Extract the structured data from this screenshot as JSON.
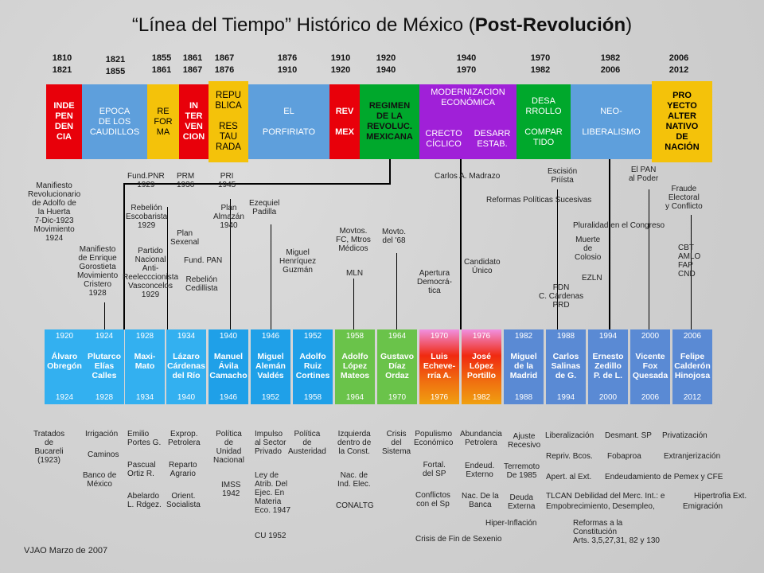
{
  "title": {
    "open_quote": "“",
    "main": "Línea del Tiempo",
    "close_quote": "”",
    "rest": " Histórico de México (",
    "bold": "Post-Revolución",
    "end": ")"
  },
  "years": [
    {
      "y1": "1810",
      "y2": "1821"
    },
    {
      "y1": "1821",
      "y2": "1855"
    },
    {
      "y1": "1855",
      "y2": "1861"
    },
    {
      "y1": "1861",
      "y2": "1867"
    },
    {
      "y1": "1867",
      "y2": "1876"
    },
    {
      "y1": "1876",
      "y2": "1910"
    },
    {
      "y1": "1910",
      "y2": "1920"
    },
    {
      "y1": "1920",
      "y2": "1940"
    },
    {
      "y1": "1940",
      "y2": "1970"
    },
    {
      "y1": "1970",
      "y2": "1982"
    },
    {
      "y1": "1982",
      "y2": "2006"
    },
    {
      "y1": "2006",
      "y2": "2012"
    }
  ],
  "eras": [
    {
      "label": "INDE\nPEN\nDEN\nCIA",
      "color": "#e8000a"
    },
    {
      "label": "EPOCA\nDE LOS\nCAUDILLOS",
      "color": "#5e9fdc"
    },
    {
      "label": "RE\nFOR\nMA",
      "color": "#f4c20a"
    },
    {
      "label": "IN\nTER\nVEN\nCION",
      "color": "#e8000a"
    },
    {
      "label": "REPU\nBLICA\n\nRES\nTAU\nRADA",
      "color": "#f4c20a"
    },
    {
      "label": "EL\n\nPORFIRIATO",
      "color": "#5e9fdc"
    },
    {
      "label": "REV\n\nMEX",
      "color": "#e8000a"
    },
    {
      "label": "REGIMEN\nDE LA\nREVOLUC.\nMEXICANA",
      "color": "#00a82c"
    },
    {
      "label": "MODERNIZACION\nECONÓMICA",
      "color": "#a020d8"
    },
    {
      "label": "CRECTO\nCÍCLICO",
      "color": "#a020d8"
    },
    {
      "label": "DESARR\nESTAB.",
      "color": "#a020d8"
    },
    {
      "label": "DESA\nRROLLO\n\nCOMPAR\nTIDO",
      "color": "#00a82c"
    },
    {
      "label": "NEO-\n\nLIBERALISMO",
      "color": "#5e9fdc"
    },
    {
      "label": "PRO\nYECTO\nALTER\nNATIVO\nDE\nNACIÓN",
      "color": "#f4c20a"
    }
  ],
  "presidents": [
    {
      "start": "1920",
      "name": "Álvaro\nObregón",
      "end": "1924",
      "color": "#33b0f0"
    },
    {
      "start": "1924",
      "name": "Plutarco\nElías\nCalles",
      "end": "1928",
      "color": "#33b0f0"
    },
    {
      "start": "1928",
      "name": "Maxi-\nMato",
      "end": "1934",
      "color": "#33b0f0"
    },
    {
      "start": "1934",
      "name": "Lázaro\nCárdenas\ndel Río",
      "end": "1940",
      "color": "#33b0f0"
    },
    {
      "start": "1940",
      "name": "Manuel\nÁvila\nCamacho",
      "end": "1946",
      "color": "#1fa0e8"
    },
    {
      "start": "1946",
      "name": "Miguel\nAlemán\nValdés",
      "end": "1952",
      "color": "#1fa0e8"
    },
    {
      "start": "1952",
      "name": "Adolfo\nRuiz\nCortines",
      "end": "1958",
      "color": "#1fa0e8"
    },
    {
      "start": "1958",
      "name": "Adolfo\nLópez\nMateos",
      "end": "1964",
      "color": "#6ac34a"
    },
    {
      "start": "1964",
      "name": "Gustavo\nDíaz\nOrdaz",
      "end": "1970",
      "color": "#6ac34a"
    },
    {
      "start": "1970",
      "name": "Luis\nEcheve-\nrría A.",
      "end": "1976",
      "color": "#f02a10"
    },
    {
      "start": "1976",
      "name": "José\nLópez\nPortillo",
      "end": "1982",
      "color": "#f02a10"
    },
    {
      "start": "1982",
      "name": "Miguel\nde la\nMadrid",
      "end": "1988",
      "color": "#5a8ad4"
    },
    {
      "start": "1988",
      "name": "Carlos\nSalinas\nde G.",
      "end": "1994",
      "color": "#5a8ad4"
    },
    {
      "start": "1994",
      "name": "Ernesto\nZedillo\nP. de L.",
      "end": "2000",
      "color": "#5a8ad4"
    },
    {
      "start": "2000",
      "name": "Vicente\nFox\nQuesada",
      "end": "2006",
      "color": "#5a8ad4"
    },
    {
      "start": "2006",
      "name": "Felipe\nCalderón\nHinojosa",
      "end": "2012",
      "color": "#5a8ad4"
    }
  ],
  "events": {
    "manifiesto_huerta": "Manifiesto\nRevolucionario\nde Adolfo de\nla Huerta\n7-Dic-1923\nMovimiento\n1924",
    "manifiesto_gorostieta": "Manifiesto\nde Enrique\nGorostieta\nMovimiento\nCristero\n1928",
    "fund_pnr": "Fund.PNR\n1929",
    "rebelion_escobarista": "Rebelión\nEscobarista\n1929",
    "partido_nacional": "Partido\nNacional\nAnti-\nReelecccionista\nVasconcelos\n1929",
    "prm": "PRM\n1936",
    "plan_sexenal": "Plan\nSexenal",
    "fund_pan": "Fund. PAN",
    "rebelion_cedillista": "Rebelión\nCedillista",
    "pri": "PRI\n1945",
    "plan_almazan": "Plan\nAlmazán\n1940",
    "ezequiel_padilla": "Ezequiel\nPadilla",
    "henriquez": "Miguel\nHenríquez\nGuzmán",
    "movtos": "Movtos.\nFC, Mtros\nMédicos",
    "mln": "MLN",
    "movto68": "Movto.\ndel '68",
    "apertura": "Apertura\nDemocrá-\ntica",
    "madrazo": "Carlos A. Madrazo",
    "candidato_unico": "Candidato\nÚnico",
    "reformas_politicas": "Reformas Políticas Sucesivas",
    "escision": "Escisión\nPriísta",
    "fdn": "FDN\nC. Cárdenas\nPRD",
    "pluralidad": "Pluralidad en el Congreso",
    "muerte_colosio": "Muerte\nde\nColosio",
    "ezln": "EZLN",
    "pan_poder": "El PAN\nal Poder",
    "fraude": "Fraude\nElectoral\ny Conflicto",
    "cbt": "CBT\nAMLO\nFAP\nCND"
  },
  "bottom": {
    "c1": "Tratados\nde\nBucareli\n(1923)",
    "c2a": "Irrigación",
    "c2b": "Caminos",
    "c2c": "Banco de\nMéxico",
    "c3a": "Emilio\nPortes G.",
    "c3b": "Pascual\nOrtiz R.",
    "c3c": "Abelardo\nL. Rdgez.",
    "c4a": "Exprop.\nPetrolera",
    "c4b": "Reparto\nAgrario",
    "c4c": "Orient.\nSocialista",
    "c5a": "Política\nde\nUnidad\nNacional",
    "c5b": "IMSS\n1942",
    "c6a": "Impulso\nal Sector\nPrivado",
    "c6b": "Ley de\nAtrib. Del\nEjec. En\nMateria\nEco. 1947",
    "c6c": "CU 1952",
    "c7a": "Política\nde\nAusteridad",
    "c8a": "Izquierda\ndentro de\nla Const.",
    "c8b": "Nac. de\nInd. Elec.",
    "c8c": "CONALTG",
    "c9a": "Crisis\ndel\nSistema",
    "c10a": "Populismo\nEconómico",
    "c10b": "Fortal.\ndel SP",
    "c10c": "Conflictos\ncon el Sp",
    "c11a": "Abundancia\nPetrolera",
    "c11b": "Endeud.\nExterno",
    "c11c": "Nac. De la\nBanca",
    "c12a": "Ajuste\nRecesivo",
    "c12b": "Terremoto\nDe 1985",
    "c12c": "Deuda\nExterna",
    "hiper": "Hiper-Inflación",
    "crisis_sexenio": "Crisis de Fin de Sexenio",
    "liberalizacion": "Liberalización",
    "repriv": "Repriv. Bcos.",
    "apert": "Apert. al Ext.",
    "tlcan": "TLCAN",
    "desmant": "Desmant. SP",
    "fobaproa": "Fobaproa",
    "endeud": "Endeudamiento de Pemex y CFE",
    "debilidad": "Debilidad del Merc. Int.: e",
    "empobrecimiento": "Empobrecimiento, Desempleo,",
    "privatizacion": "Privatización",
    "extranjerizacion": "Extranjerización",
    "hipertrofia": "Hipertrofia Ext.",
    "emigracion": "Emigración",
    "reformas_const": "Reformas a la\nConstitución\nArts. 3,5,27,31, 82 y 130"
  },
  "footer": "VJAO Marzo de 2007"
}
